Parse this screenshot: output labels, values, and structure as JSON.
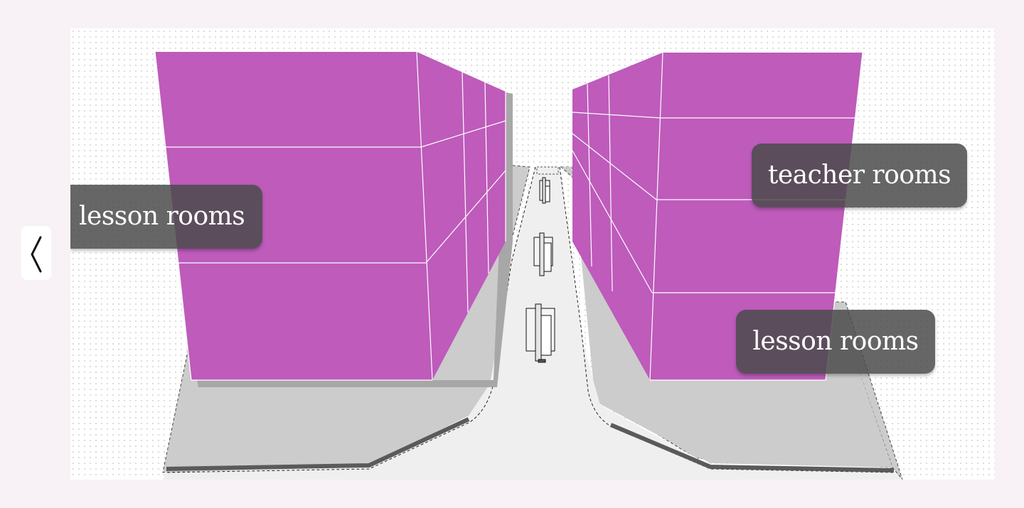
{
  "navigation": {
    "prev_icon": "chevron-left-icon"
  },
  "labels": {
    "left": "lesson rooms",
    "right_top": "teacher rooms",
    "right_bottom": "lesson rooms"
  },
  "colors": {
    "background": "#f8f2f6",
    "building": "#be5bbb",
    "ground": "#cccccc",
    "path": "#efefef",
    "label_bg": "#4b4b4b"
  }
}
